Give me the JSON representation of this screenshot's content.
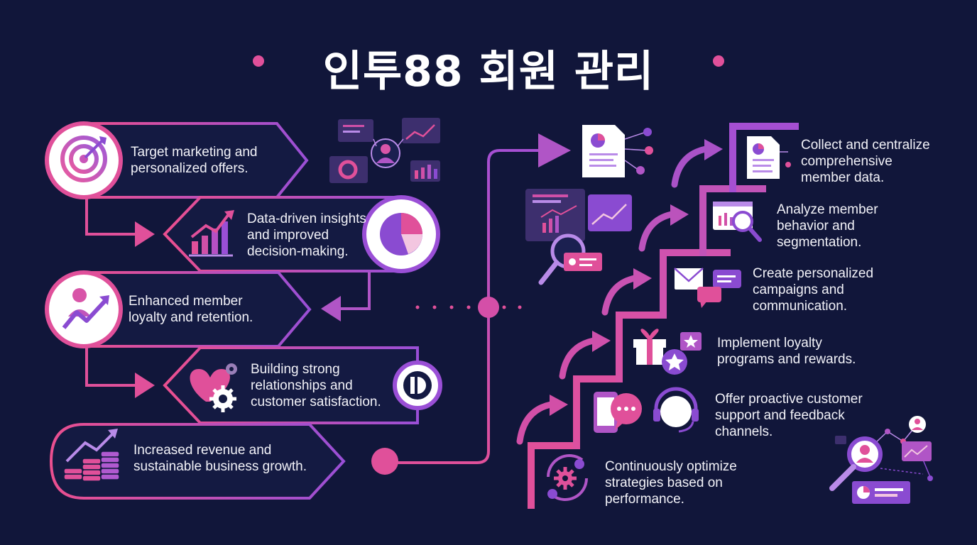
{
  "title": "인투88 회원 관리",
  "benefits": [
    {
      "text": "Target marketing and\npersonalized offers.",
      "icon": "target-icon"
    },
    {
      "text": "Data-driven insights\nand improved\ndecision-making.",
      "icon": "bar-chart-icon"
    },
    {
      "text": "Enhanced member\nloyalty and retention.",
      "icon": "growth-person-icon"
    },
    {
      "text": "Building strong\nrelationships and\ncustomer satisfaction.",
      "icon": "heart-gears-icon"
    },
    {
      "text": "Increased revenue and\nsustainable business growth.",
      "icon": "coins-growth-icon"
    }
  ],
  "steps": [
    {
      "text": "Collect and centralize\ncomprehensive\nmember data.",
      "icon": "document-icon"
    },
    {
      "text": "Analyze member\nbehavior and\nsegmentation.",
      "icon": "magnifier-chart-icon"
    },
    {
      "text": "Create personalized\ncampaigns and\ncommunication.",
      "icon": "envelope-chat-icon"
    },
    {
      "text": "Implement loyalty\nprograms and rewards.",
      "icon": "gift-star-icon"
    },
    {
      "text": "Offer proactive customer\nsupport and feedback\nchannels.",
      "icon": "phone-headset-icon"
    },
    {
      "text": "Continuously optimize\nstrategies based on\nperformance.",
      "icon": "gears-cycle-icon"
    }
  ],
  "colors": {
    "background": "#11163a",
    "pink": "#e8559b",
    "magenta": "#d14ab0",
    "purple": "#8a4bd1",
    "light_purple": "#b98be8",
    "text": "#f2f2f8"
  }
}
